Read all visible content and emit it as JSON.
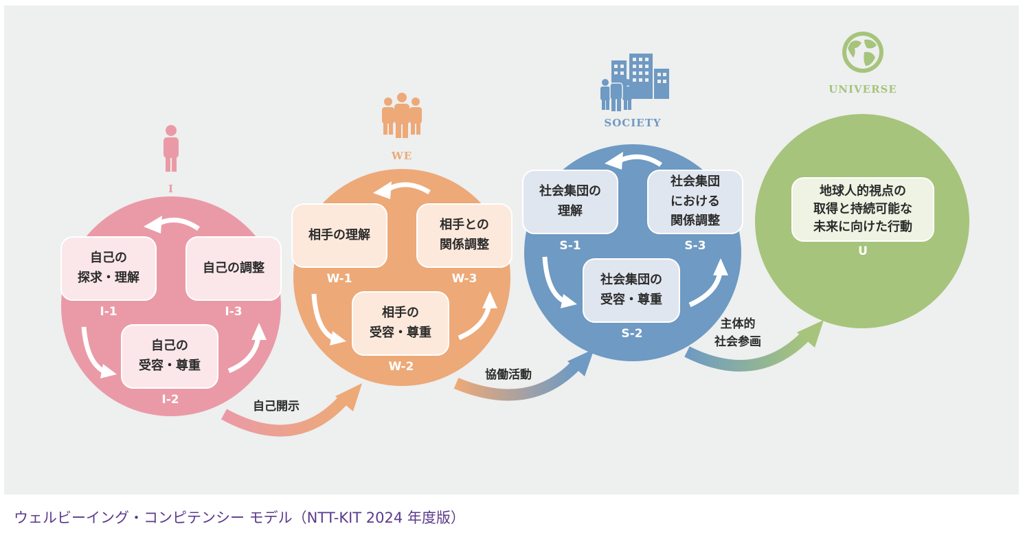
{
  "caption": "ウェルビーイング・コンピテンシー モデル（NTT-KIT 2024 年度版）",
  "colors": {
    "pink": "#ea9aa6",
    "orange": "#eda978",
    "blue": "#6e9ac3",
    "green": "#a6c47b"
  },
  "levels": {
    "i": {
      "label": "I",
      "icon": "person-icon"
    },
    "we": {
      "label": "WE",
      "icon": "group-icon"
    },
    "society": {
      "label": "SOCIETY",
      "icon": "city-people-icon"
    },
    "universe": {
      "label": "UNIVERSE",
      "icon": "globe-icon"
    }
  },
  "boxes": {
    "i1": {
      "text": "自己の\n探求・理解",
      "code": "I-1"
    },
    "i2": {
      "text": "自己の\n受容・尊重",
      "code": "I-2"
    },
    "i3": {
      "text": "自己の調整",
      "code": "I-3"
    },
    "w1": {
      "text": "相手の理解",
      "code": "W-1"
    },
    "w2": {
      "text": "相手の\n受容・尊重",
      "code": "W-2"
    },
    "w3": {
      "text": "相手との\n関係調整",
      "code": "W-3"
    },
    "s1": {
      "text": "社会集団の\n理解",
      "code": "S-1"
    },
    "s2": {
      "text": "社会集団の\n受容・尊重",
      "code": "S-2"
    },
    "s3": {
      "text": "社会集団\nにおける\n関係調整",
      "code": "S-3"
    },
    "u": {
      "text": "地球人的視点の\n取得と持続可能な\n未来に向けた行動",
      "code": "U"
    }
  },
  "transitions": {
    "i_to_we": "自己開示",
    "we_to_society": "協働活動",
    "society_to_universe": "主体的\n社会参画"
  }
}
